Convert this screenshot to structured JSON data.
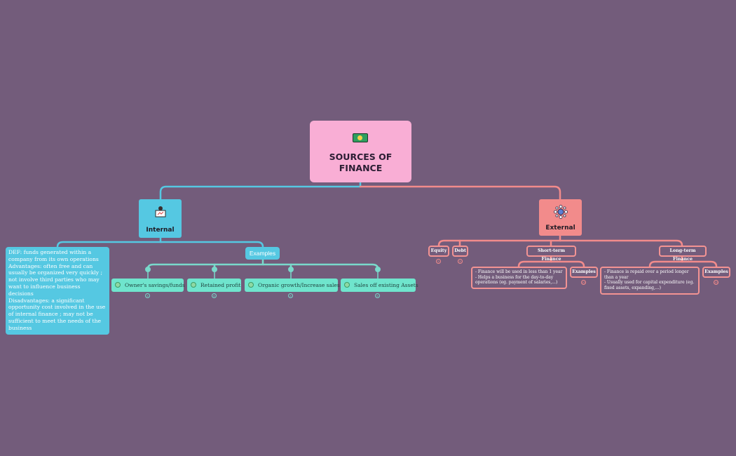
{
  "root": {
    "title": "SOURCES OF\nFINANCE",
    "icon": "money-bill-icon"
  },
  "internal": {
    "label": "Internal",
    "icon": "presenter-board-icon",
    "definition": "DEF: funds generated within a company from its own operations\nAdvantages: often free and can usually be organized very quickly ; not involve third parties who may want to influence business decisions\nDisadvantages: a significant opportunity cost involved in the use of internal finance ; may not be sufficient to meet the needs of the business",
    "examples_label": "Examples",
    "examples": [
      {
        "label": "Owner's savings/funds",
        "count": "4"
      },
      {
        "label": "Retained profit",
        "count": "6"
      },
      {
        "label": "Organic growth/Increase sales",
        "count": "4"
      },
      {
        "label": "Sales off existing Assets",
        "count": "6"
      }
    ]
  },
  "external": {
    "label": "External",
    "icon": "network-people-icon",
    "equity": {
      "label": "Equity",
      "count": "5"
    },
    "debt": {
      "label": "Debt",
      "count": "5"
    },
    "short_term": {
      "label": "Short-term Finance",
      "description": "- Finance will be used in less than 1 year\n- Helps a business for the day-to-day operations (eg. payment of salaries,...)",
      "examples_label": "Examples",
      "examples_count": "10"
    },
    "long_term": {
      "label": "Long-term Finance",
      "description": "- Finance is repaid over a period longer than a year\n- Usually used for capital expenditure (eg. fixed assets, expanding,...)",
      "examples_label": "Examples",
      "examples_count": "10"
    }
  },
  "colors": {
    "background": "#735c7b",
    "root": "#f9aed5",
    "internal": "#55c8e2",
    "external": "#f28b8b",
    "leaf": "#6fe5cd"
  }
}
